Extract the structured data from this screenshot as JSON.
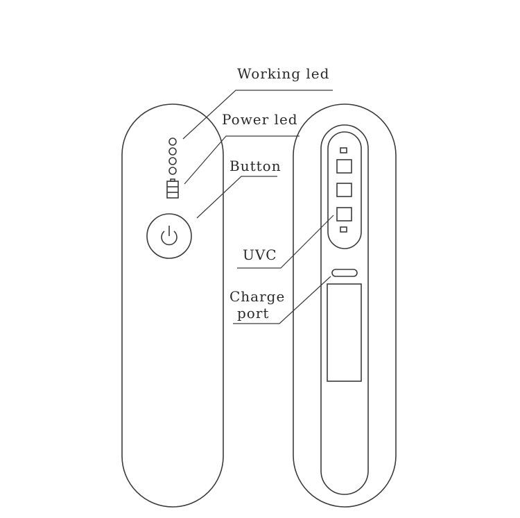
{
  "labels": {
    "working_led": "Working led",
    "power_led": "Power led",
    "button": "Button",
    "uvc": "UVC",
    "charge_port_line1": "Charge",
    "charge_port_line2": "port"
  },
  "colors": {
    "stroke": "#3a3a3a",
    "text": "#2a2a2a",
    "background": "#ffffff"
  },
  "icons": {
    "power_button": "power-icon",
    "battery": "battery-icon"
  }
}
